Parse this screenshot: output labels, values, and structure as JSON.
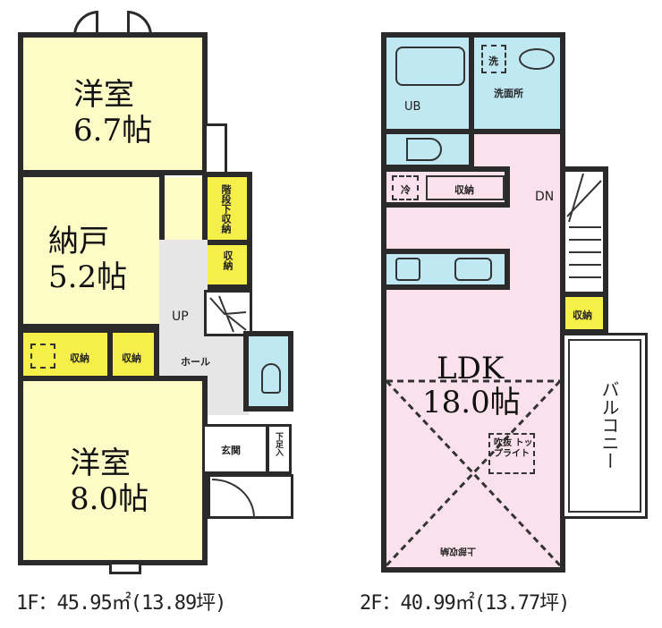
{
  "floor1": {
    "rooms": [
      {
        "name": "洋室",
        "size": "6.7帖"
      },
      {
        "name": "納戸",
        "size": "5.2帖"
      },
      {
        "name": "洋室",
        "size": "8.0帖"
      }
    ],
    "labels": {
      "stair_storage": "階段下収納",
      "storage_small": "収納",
      "storage_a": "収納",
      "storage_b": "収納",
      "hall": "ホール",
      "up": "UP",
      "entrance": "玄関",
      "shoe_storage": "下足入"
    },
    "area": "1F：45.95㎡(13.89坪)"
  },
  "floor2": {
    "rooms": [
      {
        "name": "LDK",
        "size": "18.0帖"
      }
    ],
    "labels": {
      "unit_bath": "UB",
      "washroom": "洗面所",
      "washer": "洗",
      "fridge": "冷",
      "shelf": "収納",
      "down": "DN",
      "storage": "収納",
      "balcony": "バルコニー",
      "skylight": "吹抜 トップライト",
      "upper_storage": "上部収納"
    },
    "area": "2F：40.99㎡(13.77坪)"
  },
  "colors": {
    "room_yellow": "#fdfbc6",
    "ldk_pink": "#fbe1ec",
    "wet_blue": "#bfe8f2",
    "storage_yellow": "#f6ef4a",
    "hall_gray": "#e6e6e6",
    "wall": "#2a2a2a"
  }
}
